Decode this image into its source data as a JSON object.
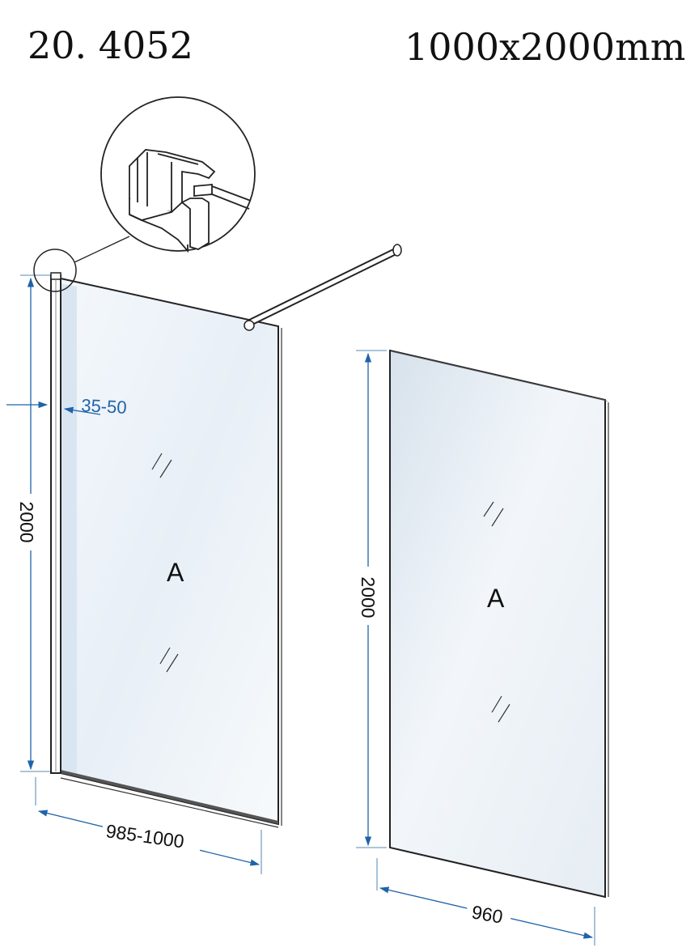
{
  "header": {
    "model_number": "20. 4052",
    "dimensions_title": "1000x2000mm"
  },
  "left_panel": {
    "label": "A",
    "height_dim": "2000",
    "width_dim": "985-1000",
    "wall_profile_dim": "35-50"
  },
  "right_panel": {
    "label": "A",
    "height_dim": "2000",
    "width_dim": "960"
  },
  "colors": {
    "dimension_arrow": "#1f63a8",
    "dimension_line": "#7aa2c7",
    "glass_tint": "#d9e6f2",
    "outline": "#222222"
  }
}
